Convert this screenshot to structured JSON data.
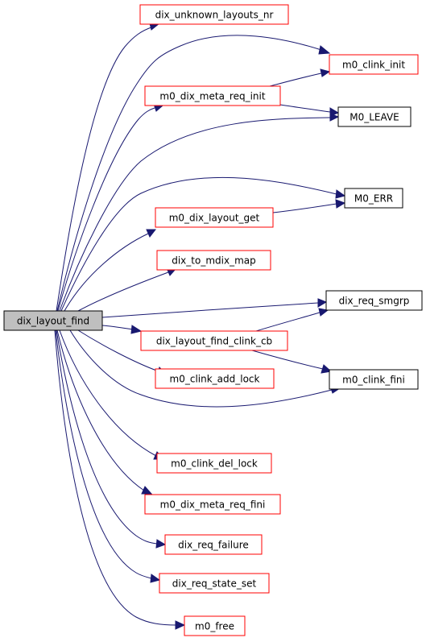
{
  "colors": {
    "edge": "#191970",
    "root_fill": "#bfbfbf",
    "root_border": "#000000",
    "linked_border": "#ff0000",
    "plain_border": "#000000",
    "node_fill": "#ffffff"
  },
  "diagram": {
    "root": {
      "id": "root",
      "label": "dix_layout_find"
    },
    "nodes": [
      {
        "id": "n1",
        "label": "dix_unknown_layouts_nr",
        "style": "linked"
      },
      {
        "id": "n2",
        "label": "m0_clink_init",
        "style": "linked"
      },
      {
        "id": "n3",
        "label": "m0_dix_meta_req_init",
        "style": "linked"
      },
      {
        "id": "n4",
        "label": "M0_LEAVE",
        "style": "plain"
      },
      {
        "id": "n5",
        "label": "M0_ERR",
        "style": "plain"
      },
      {
        "id": "n6",
        "label": "m0_dix_layout_get",
        "style": "linked"
      },
      {
        "id": "n7",
        "label": "dix_to_mdix_map",
        "style": "linked"
      },
      {
        "id": "n8",
        "label": "dix_req_smgrp",
        "style": "plain"
      },
      {
        "id": "n9",
        "label": "dix_layout_find_clink_cb",
        "style": "linked"
      },
      {
        "id": "n10",
        "label": "m0_clink_add_lock",
        "style": "linked"
      },
      {
        "id": "n11",
        "label": "m0_clink_fini",
        "style": "plain"
      },
      {
        "id": "n12",
        "label": "m0_clink_del_lock",
        "style": "linked"
      },
      {
        "id": "n13",
        "label": "m0_dix_meta_req_fini",
        "style": "linked"
      },
      {
        "id": "n14",
        "label": "dix_req_failure",
        "style": "linked"
      },
      {
        "id": "n15",
        "label": "dix_req_state_set",
        "style": "linked"
      },
      {
        "id": "n16",
        "label": "m0_free",
        "style": "linked"
      }
    ],
    "edges": [
      {
        "from": "root",
        "to": "n1"
      },
      {
        "from": "root",
        "to": "n2"
      },
      {
        "from": "root",
        "to": "n3"
      },
      {
        "from": "root",
        "to": "n4"
      },
      {
        "from": "root",
        "to": "n5"
      },
      {
        "from": "root",
        "to": "n6"
      },
      {
        "from": "root",
        "to": "n7"
      },
      {
        "from": "root",
        "to": "n8"
      },
      {
        "from": "root",
        "to": "n9"
      },
      {
        "from": "root",
        "to": "n10"
      },
      {
        "from": "root",
        "to": "n11"
      },
      {
        "from": "root",
        "to": "n12"
      },
      {
        "from": "root",
        "to": "n13"
      },
      {
        "from": "root",
        "to": "n14"
      },
      {
        "from": "root",
        "to": "n15"
      },
      {
        "from": "root",
        "to": "n16"
      },
      {
        "from": "n3",
        "to": "n2"
      },
      {
        "from": "n3",
        "to": "n4"
      },
      {
        "from": "n6",
        "to": "n5"
      },
      {
        "from": "n9",
        "to": "n8"
      },
      {
        "from": "n9",
        "to": "n11"
      }
    ]
  }
}
